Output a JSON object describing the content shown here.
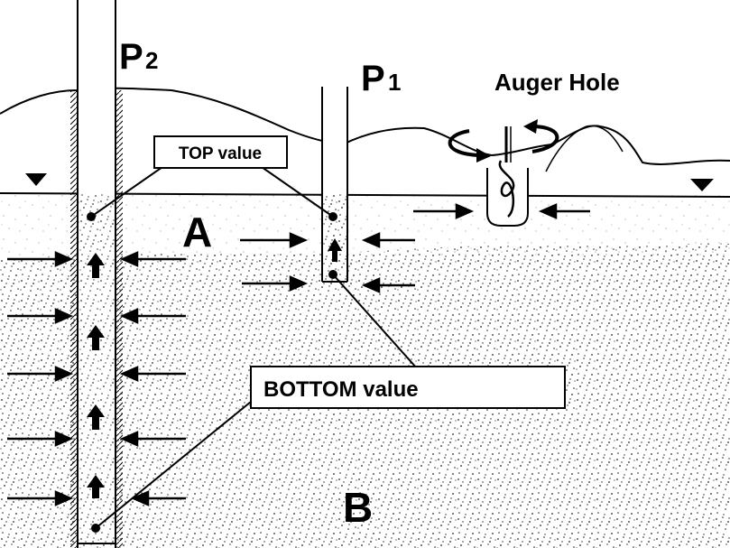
{
  "labels": {
    "p2_letter": "P",
    "p2_sub": "2",
    "p1_letter": "P",
    "p1_sub": "1",
    "auger_hole": "Auger Hole",
    "zone_a": "A",
    "zone_b": "B"
  },
  "callouts": {
    "top_value": "TOP value",
    "bottom_value": "BOTTOM value"
  },
  "colors": {
    "ink": "#000000",
    "background": "#ffffff",
    "soil_speckle": "#2a2a2a"
  },
  "icons": {
    "water_table": "triangle-down-icon",
    "flow_arrow": "arrow-icon",
    "rotation": "rotation-arrow-icon",
    "auger": "auger-bit-icon"
  }
}
